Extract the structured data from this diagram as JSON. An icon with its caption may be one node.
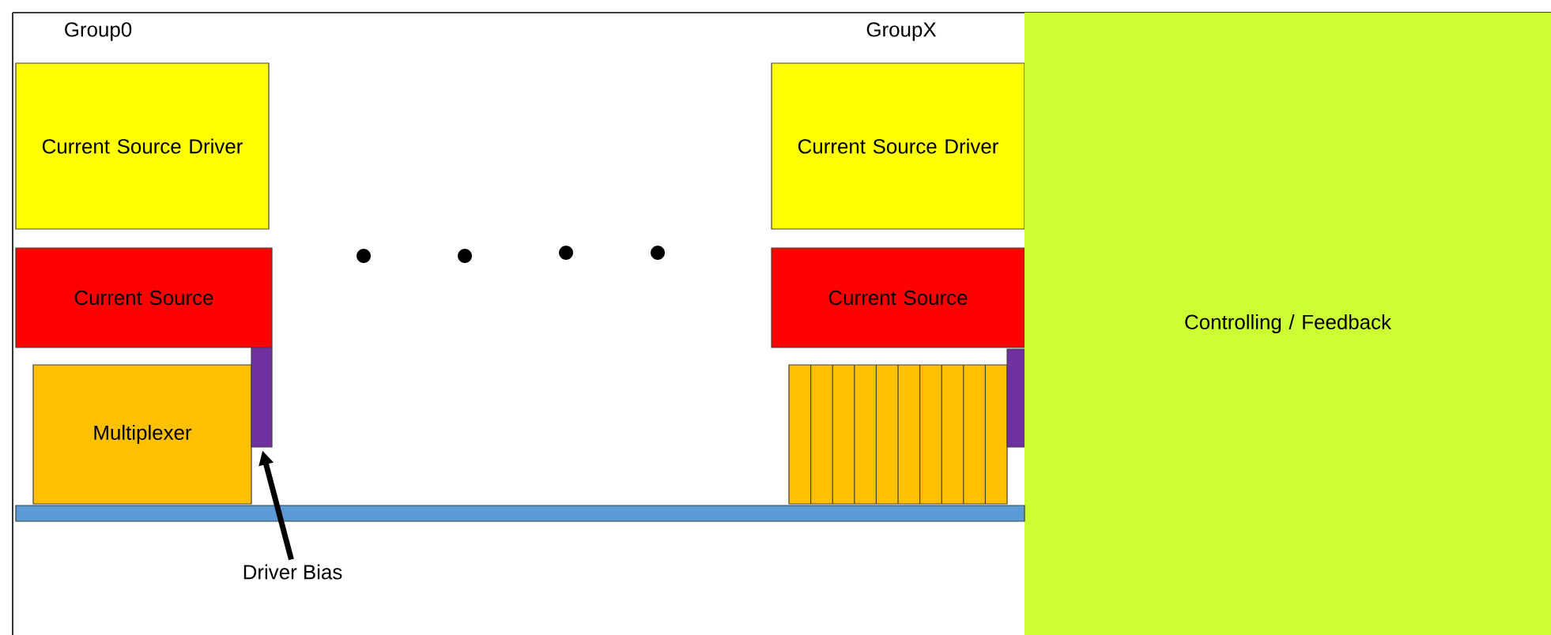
{
  "diagram": {
    "nodes": [
      {
        "text": [
          "Current Source Driver"
        ]
      },
      {
        "text": [
          "Current Source"
        ]
      },
      {
        "text": [
          "Multiplexer"
        ]
      },
      {
        "text": [],
        "shape": "bar"
      },
      {
        "text": [
          "Driver Bias"
        ]
      },
      {
        "text": [
          "Current Source Driver"
        ]
      },
      {
        "text": [
          "Current Source"
        ]
      },
      {
        "text": [],
        "shape": "box"
      },
      {
        "text": [],
        "shape": "bar"
      },
      {
        "text": [
          "Controlling / Feedback"
        ]
      },
      {
        "text": [],
        "shape": "bar"
      }
    ],
    "edges": [
      {
        "from": 4,
        "to": 3,
        "arrow": "to"
      }
    ],
    "labels": [
      "Group0",
      "GroupX"
    ]
  }
}
